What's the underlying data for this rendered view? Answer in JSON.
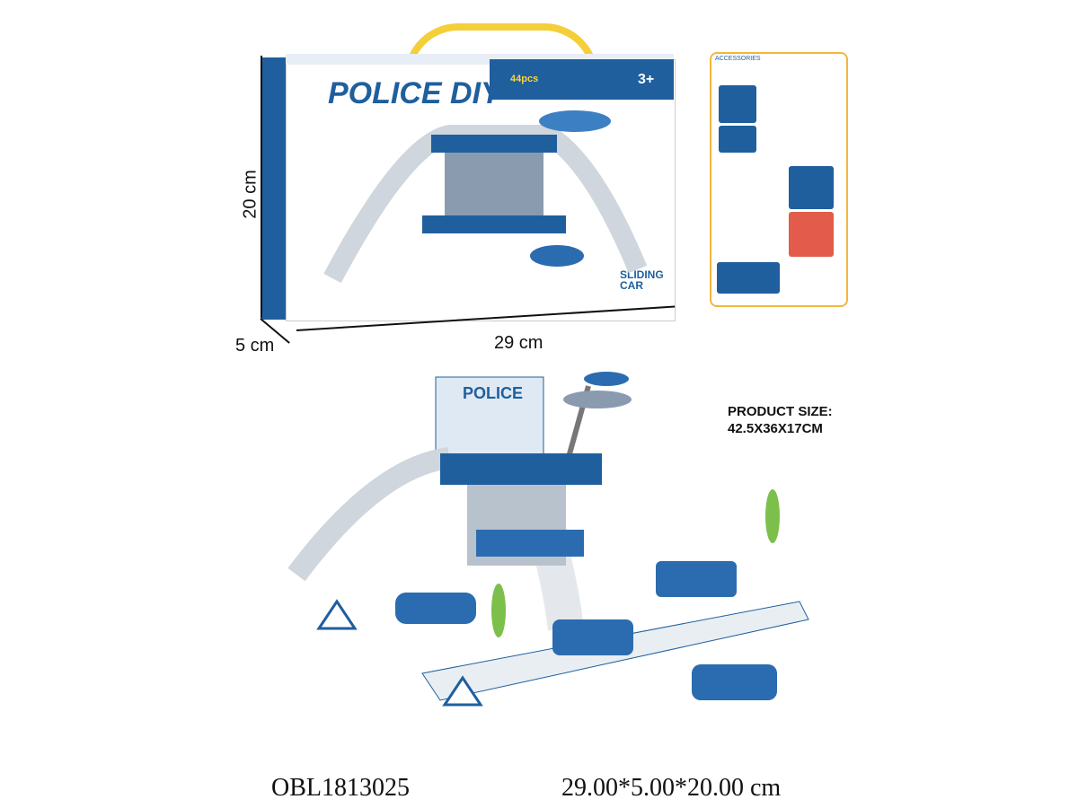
{
  "box": {
    "brand_logo": "POLICE DIY",
    "piece_count": "44pcs",
    "age": "3+",
    "feature_label": "SLIDING CAR"
  },
  "accessories": {
    "title": "ACCESSORIES"
  },
  "dimensions": {
    "height": "20 cm",
    "depth": "5 cm",
    "width": "29 cm"
  },
  "playset": {
    "sign_text": "POLICE"
  },
  "product_size": {
    "label": "PRODUCT SIZE:",
    "value": "42.5X36X17CM"
  },
  "footer": {
    "item_code": "OBL1813025",
    "package_size": "29.00*5.00*20.00 cm"
  },
  "colors": {
    "brand_blue": "#1f5f9e",
    "accent_yellow": "#f4cf3a"
  }
}
